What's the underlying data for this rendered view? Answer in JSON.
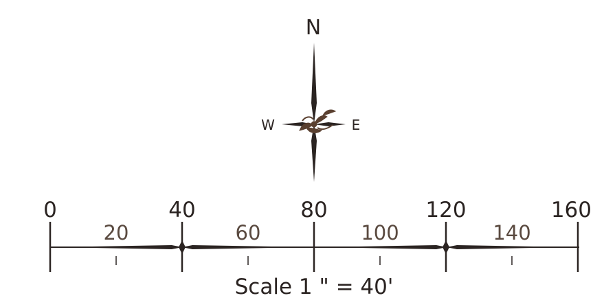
{
  "compass": {
    "north": "N",
    "west": "W",
    "east": "E"
  },
  "scale_bar": {
    "major_labels": [
      "0",
      "40",
      "80",
      "120",
      "160"
    ],
    "minor_labels": [
      "20",
      "60",
      "100",
      "140"
    ],
    "caption": "Scale 1 \" = 40'"
  },
  "colors": {
    "ink": "#2b2422",
    "minor_text": "#5a4a40",
    "ornament": "#5a4030"
  }
}
